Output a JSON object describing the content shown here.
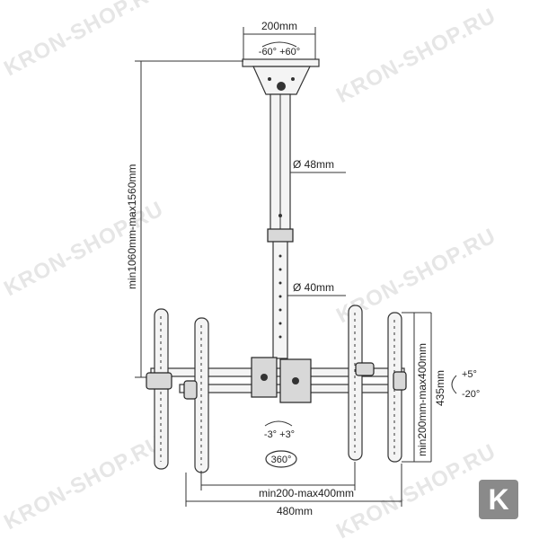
{
  "watermark": {
    "text": "KRON-SHOP.RU",
    "logo_letter": "K",
    "color": "#e6e6e6",
    "logo_color": "#8a8a8a"
  },
  "dimensions": {
    "top_plate_width": "200mm",
    "top_rotation": "-60° +60°",
    "height_range": "min1060mm-max1560mm",
    "upper_tube": "Ø 48mm",
    "lower_tube": "Ø 40mm",
    "vesa_vertical": "min200mm-max400mm",
    "arm_vertical": "435mm",
    "tilt": [
      "+5°",
      "-20°"
    ],
    "swivel": "-3° +3°",
    "full_rotation": "360°",
    "vesa_horizontal": "min200-max400mm",
    "total_width": "480mm"
  }
}
